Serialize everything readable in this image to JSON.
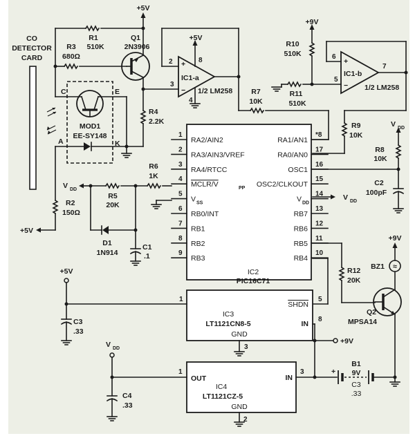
{
  "title": "CO detector circuit schematic",
  "colors": {
    "background": "#edefe6",
    "ink": "#1b1b1b",
    "chip_fill": "#ffffff"
  },
  "rails": {
    "p5v": "+5V",
    "p9v": "+9V",
    "vdd": "V",
    "vdd_sub": "DD",
    "vpp_sub": "PP",
    "vss_sub": "SS"
  },
  "card": {
    "line1": "CO",
    "line2": "DETECTOR",
    "line3": "CARD"
  },
  "components": {
    "r1": {
      "ref": "R1",
      "value": "510K"
    },
    "r2": {
      "ref": "R2",
      "value": "150Ω"
    },
    "r3": {
      "ref": "R3",
      "value": "680Ω"
    },
    "r4": {
      "ref": "R4",
      "value": "2.2K"
    },
    "r5": {
      "ref": "R5",
      "value": "20K"
    },
    "r6": {
      "ref": "R6",
      "value": "1K"
    },
    "r7": {
      "ref": "R7",
      "value": "10K"
    },
    "r8": {
      "ref": "R8",
      "value": "10K"
    },
    "r9": {
      "ref": "R9",
      "value": "10K"
    },
    "r10": {
      "ref": "R10",
      "value": "510K"
    },
    "r11": {
      "ref": "R11",
      "value": "510K"
    },
    "r12": {
      "ref": "R12",
      "value": "20K"
    },
    "c1": {
      "ref": "C1",
      "value": ".1"
    },
    "c2": {
      "ref": "C2",
      "value": "100pF"
    },
    "c3a": {
      "ref": "C3",
      "value": ".33"
    },
    "c3b": {
      "ref": "C3",
      "value": ".33"
    },
    "c4": {
      "ref": "C4",
      "value": ".33"
    },
    "d1": {
      "ref": "D1",
      "value": "1N914"
    },
    "q1": {
      "ref": "Q1",
      "value": "2N3906"
    },
    "q2": {
      "ref": "Q2",
      "value": "MPSA14"
    },
    "mod1": {
      "ref": "MOD1",
      "value": "EE-SY148",
      "pin_c": "C",
      "pin_e": "E",
      "pin_a": "A",
      "pin_k": "K"
    },
    "bz1": {
      "ref": "BZ1",
      "symbol": "≈"
    },
    "b1": {
      "ref": "B1",
      "value": "9V",
      "plus": "+"
    }
  },
  "opamps": {
    "ic1a": {
      "ref": "IC1-a",
      "part": "1/2 LM258",
      "pins": [
        "2",
        "3",
        "8",
        "4"
      ],
      "plus": "+",
      "minus": "−"
    },
    "ic1b": {
      "ref": "IC1-b",
      "part": "1/2 LM258",
      "pins": [
        "6",
        "5",
        "7"
      ],
      "plus": "+",
      "minus": "−"
    }
  },
  "ic2": {
    "ref": "IC2",
    "part": "PIC16C71",
    "left_pins": [
      {
        "num": "1",
        "name": "RA2/AIN2"
      },
      {
        "num": "2",
        "name": "RA3/AIN3/VREF"
      },
      {
        "num": "3",
        "name": "RA4/RTCC"
      },
      {
        "num": "4",
        "name": "MCLR/V"
      },
      {
        "num": "5",
        "name": "V"
      },
      {
        "num": "6",
        "name": "RB0/INT"
      },
      {
        "num": "7",
        "name": "RB1"
      },
      {
        "num": "8",
        "name": "RB2"
      },
      {
        "num": "9",
        "name": "RB3"
      }
    ],
    "right_pins": [
      {
        "num": "*8",
        "name": "RA1/AN1"
      },
      {
        "num": "17",
        "name": "RA0/AN0"
      },
      {
        "num": "16",
        "name": "OSC1"
      },
      {
        "num": "15",
        "name": "OSC2/CLKOUT"
      },
      {
        "num": "14",
        "name": "V"
      },
      {
        "num": "13",
        "name": "RB7"
      },
      {
        "num": "12",
        "name": "RB6"
      },
      {
        "num": "11",
        "name": "RB5"
      },
      {
        "num": "10",
        "name": "RB4"
      }
    ]
  },
  "ic3": {
    "ref": "IC3",
    "part": "LT1121CN8-5",
    "shdn": "SHDN",
    "in": "IN",
    "gnd": "GND",
    "pin_out": "1",
    "pin_shdn": "5",
    "pin_in": "8",
    "pin_gnd": "3"
  },
  "ic4": {
    "ref": "IC4",
    "part": "LT1121CZ-5",
    "out": "OUT",
    "in": "IN",
    "gnd": "GND",
    "pin_out": "1",
    "pin_in": "3",
    "pin_gnd": "2"
  }
}
